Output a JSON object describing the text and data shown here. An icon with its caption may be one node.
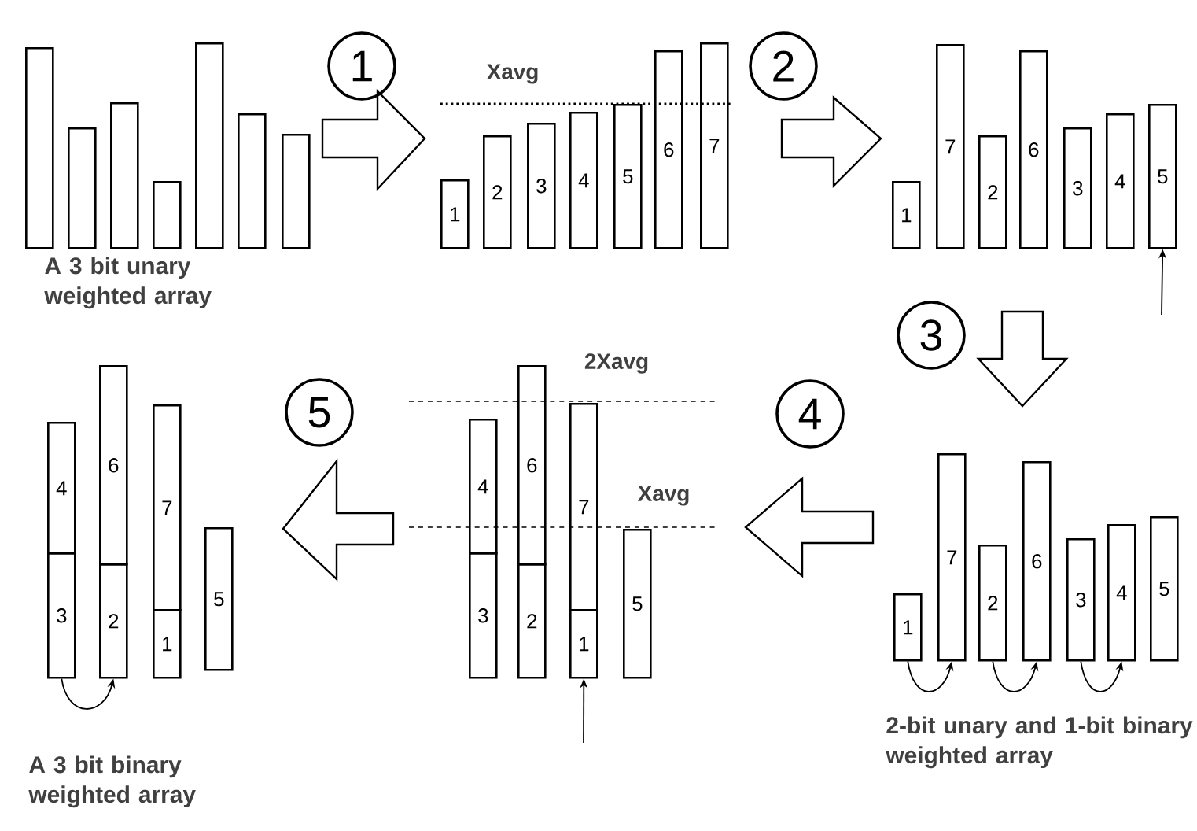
{
  "diagram": {
    "nodes": [
      {
        "text": [],
        "shape": "bar"
      },
      {
        "text": [],
        "shape": "bar"
      },
      {
        "text": [],
        "shape": "bar"
      },
      {
        "text": [],
        "shape": "bar"
      },
      {
        "text": [],
        "shape": "bar"
      },
      {
        "text": [],
        "shape": "bar"
      },
      {
        "text": [],
        "shape": "bar"
      },
      {
        "text": [
          "1"
        ]
      },
      {
        "text": [
          "2"
        ]
      },
      {
        "text": [
          "3"
        ]
      },
      {
        "text": [
          "4"
        ]
      },
      {
        "text": [
          "5"
        ]
      },
      {
        "text": [
          "6"
        ]
      },
      {
        "text": [
          "7"
        ]
      },
      {
        "text": [
          "1"
        ]
      },
      {
        "text": [
          "7"
        ]
      },
      {
        "text": [
          "2"
        ]
      },
      {
        "text": [
          "6"
        ]
      },
      {
        "text": [
          "3"
        ]
      },
      {
        "text": [
          "4"
        ]
      },
      {
        "text": [
          "5"
        ]
      },
      {
        "text": [
          "1"
        ]
      },
      {
        "text": [
          "7"
        ]
      },
      {
        "text": [
          "2"
        ]
      },
      {
        "text": [
          "6"
        ]
      },
      {
        "text": [
          "3"
        ]
      },
      {
        "text": [
          "4"
        ]
      },
      {
        "text": [
          "5"
        ]
      },
      {
        "text": [
          "4"
        ]
      },
      {
        "text": [
          "3"
        ]
      },
      {
        "text": [
          "6"
        ]
      },
      {
        "text": [
          "2"
        ]
      },
      {
        "text": [
          "7"
        ]
      },
      {
        "text": [
          "1"
        ]
      },
      {
        "text": [
          "5"
        ]
      },
      {
        "text": [
          "4"
        ]
      },
      {
        "text": [
          "3"
        ]
      },
      {
        "text": [
          "6"
        ]
      },
      {
        "text": [
          "2"
        ]
      },
      {
        "text": [
          "7"
        ]
      },
      {
        "text": [
          "1"
        ]
      },
      {
        "text": [
          "5"
        ]
      },
      {
        "text": [
          "1"
        ]
      },
      {
        "text": [
          "2"
        ]
      },
      {
        "text": [
          "3"
        ]
      },
      {
        "text": [
          "4"
        ]
      },
      {
        "text": [
          "5"
        ]
      }
    ],
    "edges": [
      {
        "from": null,
        "to": 20,
        "arrow": "to"
      },
      {
        "from": 21,
        "to": 22,
        "arrow": "to"
      },
      {
        "from": 23,
        "to": 24,
        "arrow": "to"
      },
      {
        "from": 25,
        "to": 26,
        "arrow": "to"
      },
      {
        "from": null,
        "to": 33,
        "arrow": "to"
      },
      {
        "from": 36,
        "to": 38,
        "arrow": "to"
      },
      {
        "from": 6,
        "to": 7,
        "arrow": "to",
        "style": "thick"
      },
      {
        "from": 13,
        "to": 14,
        "arrow": "to",
        "style": "thick"
      },
      {
        "from": 17,
        "to": 24,
        "arrow": "to",
        "style": "thick"
      },
      {
        "from": 21,
        "to": 34,
        "arrow": "to",
        "style": "thick"
      },
      {
        "from": 28,
        "to": 41,
        "arrow": "to",
        "style": "thick"
      }
    ],
    "labels": [
      "Xavg",
      "A 3 bit unary weighted array",
      "2Xavg",
      "Xavg",
      "2-bit unary and 1-bit binary weighted array",
      "A 3 bit binary weighted array"
    ]
  }
}
